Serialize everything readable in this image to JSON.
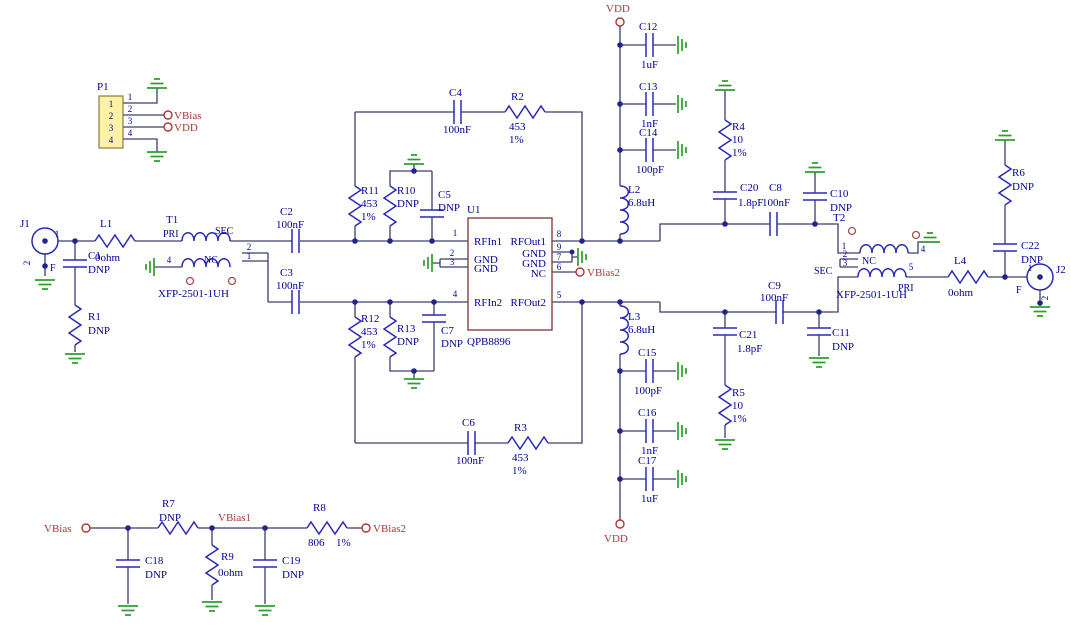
{
  "nets": {
    "vbias": "VBias",
    "vdd": "VDD",
    "vbias1": "VBias1",
    "vbias2": "VBias2"
  },
  "components": {
    "P1": {
      "ref": "P1",
      "pins": [
        "1",
        "2",
        "3",
        "4"
      ]
    },
    "J1": {
      "ref": "J1",
      "type_label": "F",
      "p1": "1",
      "p2": "2"
    },
    "J2": {
      "ref": "J2",
      "type_label": "F",
      "p1": "1",
      "p2": "2"
    },
    "L1": {
      "ref": "L1",
      "value": "0ohm"
    },
    "L4": {
      "ref": "L4",
      "value": "0ohm"
    },
    "C1": {
      "ref": "C1",
      "value": "DNP"
    },
    "R1": {
      "ref": "R1",
      "value": "DNP"
    },
    "T1": {
      "ref": "T1",
      "part": "XFP-2501-1UH",
      "pri": "PRI",
      "sec": "SEC",
      "nc": "NC",
      "p1": "1",
      "p2": "2",
      "p4": "4"
    },
    "T2": {
      "ref": "T2",
      "part": "XFP-2501-1UH",
      "pri": "PRI",
      "sec": "SEC",
      "nc": "NC",
      "p1": "1",
      "p2": "2",
      "p3": "3",
      "p4": "4",
      "p5": "5"
    },
    "C2": {
      "ref": "C2",
      "value": "100nF"
    },
    "C3": {
      "ref": "C3",
      "value": "100nF"
    },
    "C4": {
      "ref": "C4",
      "value": "100nF"
    },
    "C6": {
      "ref": "C6",
      "value": "100nF"
    },
    "R2": {
      "ref": "R2",
      "value": "453",
      "tol": "1%"
    },
    "R3": {
      "ref": "R3",
      "value": "453",
      "tol": "1%"
    },
    "R11": {
      "ref": "R11",
      "value": "453",
      "tol": "1%"
    },
    "R12": {
      "ref": "R12",
      "value": "453",
      "tol": "1%"
    },
    "R10": {
      "ref": "R10",
      "value": "DNP"
    },
    "R13": {
      "ref": "R13",
      "value": "DNP"
    },
    "C5": {
      "ref": "C5",
      "value": "DNP"
    },
    "C7": {
      "ref": "C7",
      "value": "DNP"
    },
    "U1": {
      "ref": "U1",
      "part": "QPB8896",
      "left": [
        {
          "n": "1",
          "name": "RFIn1"
        },
        {
          "n": "2",
          "name": "GND"
        },
        {
          "n": "3",
          "name": "GND"
        },
        {
          "n": "4",
          "name": "RFIn2"
        }
      ],
      "right": [
        {
          "n": "8",
          "name": "RFOut1"
        },
        {
          "n": "9",
          "name": "GND"
        },
        {
          "n": "7",
          "name": "GND"
        },
        {
          "n": "6",
          "name": "NC"
        },
        {
          "n": "5",
          "name": "RFOut2"
        }
      ]
    },
    "L2": {
      "ref": "L2",
      "value": "6.8uH"
    },
    "L3": {
      "ref": "L3",
      "value": "6.8uH"
    },
    "C12": {
      "ref": "C12",
      "value": "1uF"
    },
    "C13": {
      "ref": "C13",
      "value": "1nF"
    },
    "C14": {
      "ref": "C14",
      "value": "100pF"
    },
    "C15": {
      "ref": "C15",
      "value": "100pF"
    },
    "C16": {
      "ref": "C16",
      "value": "1nF"
    },
    "C17": {
      "ref": "C17",
      "value": "1uF"
    },
    "R4": {
      "ref": "R4",
      "value": "10",
      "tol": "1%"
    },
    "R5": {
      "ref": "R5",
      "value": "10",
      "tol": "1%"
    },
    "C20": {
      "ref": "C20",
      "value": "1.8pF"
    },
    "C21": {
      "ref": "C21",
      "value": "1.8pF"
    },
    "C8": {
      "ref": "C8",
      "value": "100nF"
    },
    "C9": {
      "ref": "C9",
      "value": "100nF"
    },
    "C10": {
      "ref": "C10",
      "value": "DNP"
    },
    "C11": {
      "ref": "C11",
      "value": "DNP"
    },
    "R6": {
      "ref": "R6",
      "value": "DNP"
    },
    "C22": {
      "ref": "C22",
      "value": "DNP"
    },
    "R7": {
      "ref": "R7",
      "value": "DNP"
    },
    "R8": {
      "ref": "R8",
      "value": "806",
      "tol": "1%"
    },
    "R9": {
      "ref": "R9",
      "value": "0ohm"
    },
    "C18": {
      "ref": "C18",
      "value": "DNP"
    },
    "C19": {
      "ref": "C19",
      "value": "DNP"
    }
  },
  "colors": {
    "wire": "#3c3c6e",
    "symbol": "#2a2ab8",
    "label_text": "#00009b",
    "net_label": "#b23333",
    "ground": "#2f9e2f",
    "ic_outline": "#8b4040",
    "connector_fill": "#fdf2a8",
    "background": "#ffffff"
  }
}
